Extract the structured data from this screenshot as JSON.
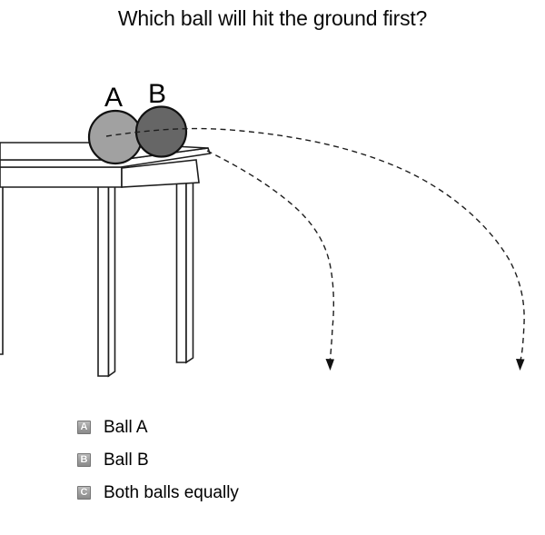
{
  "title": "Which ball will hit the ground first?",
  "diagram": {
    "ball_a": {
      "label": "A",
      "color": "#a1a1a1"
    },
    "ball_b": {
      "label": "B",
      "color": "#666666"
    },
    "line_color": "#1d1d1d"
  },
  "options": [
    {
      "key": "A",
      "label": "Ball A"
    },
    {
      "key": "B",
      "label": "Ball B"
    },
    {
      "key": "C",
      "label": "Both balls equally"
    }
  ]
}
